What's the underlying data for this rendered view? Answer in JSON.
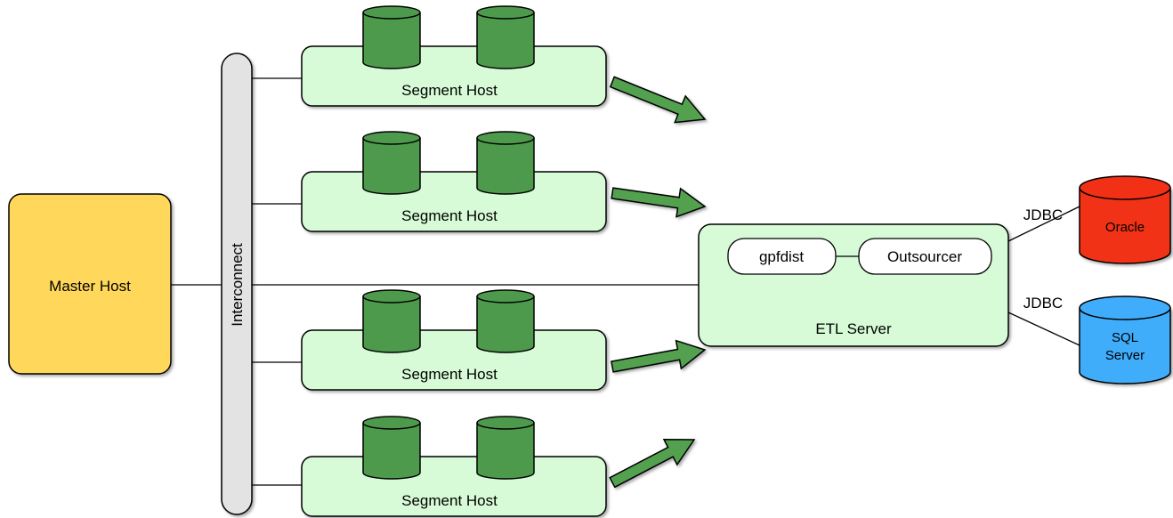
{
  "master": {
    "label": "Master Host",
    "color": "#ffd75a"
  },
  "interconnect": {
    "label": "Interconnect",
    "color": "#e3e3e3"
  },
  "segments": [
    {
      "label": "Segment Host"
    },
    {
      "label": "Segment Host"
    },
    {
      "label": "Segment Host"
    },
    {
      "label": "Segment Host"
    }
  ],
  "etl": {
    "label": "ETL Server",
    "gpfdist": "gpfdist",
    "outsourcer": "Outsourcer"
  },
  "oracle": {
    "label": "Oracle",
    "color": "#f13016",
    "connection": "JDBC"
  },
  "sqlserver": {
    "label_line1": "SQL",
    "label_line2": "Server",
    "color": "#3fadfb",
    "connection": "JDBC"
  },
  "colors": {
    "host_fill": "#d6fbd6",
    "disk_fill": "#4e9a4c",
    "arrow_fill": "#52a14f"
  }
}
